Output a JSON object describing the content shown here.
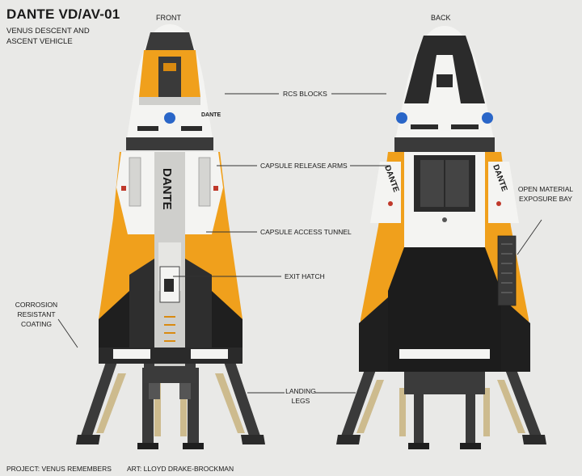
{
  "header": {
    "title": "DANTE VD/AV-01",
    "subtitle_line1": "VENUS DESCENT AND",
    "subtitle_line2": "ASCENT VEHICLE"
  },
  "views": {
    "front": "FRONT",
    "back": "BACK"
  },
  "callouts": {
    "rcs_blocks": "RCS BLOCKS",
    "capsule_release_arms": "CAPSULE RELEASE ARMS",
    "capsule_access_tunnel": "CAPSULE ACCESS TUNNEL",
    "exit_hatch": "EXIT HATCH",
    "corrosion_1": "CORROSION",
    "corrosion_2": "RESISTANT",
    "corrosion_3": "COATING",
    "landing_1": "LANDING",
    "landing_2": "LEGS",
    "open_material_1": "OPEN MATERIAL",
    "open_material_2": "EXPOSURE BAY"
  },
  "vehicle_markings": {
    "name_vertical": "DANTE",
    "name_small": "DANTE"
  },
  "footer": {
    "project": "PROJECT: VENUS REMEMBERS",
    "art": "ART: LLOYD DRAKE-BROCKMAN"
  },
  "colors": {
    "background": "#e9e9e7",
    "orange": "#f0a01c",
    "orange_dark": "#d98a10",
    "white_panel": "#f4f4f2",
    "gray_panel": "#c9c9c6",
    "dark": "#2b2b2b",
    "black": "#151515",
    "strut": "#cdbb8e",
    "logo_blue": "#2a66c8"
  }
}
